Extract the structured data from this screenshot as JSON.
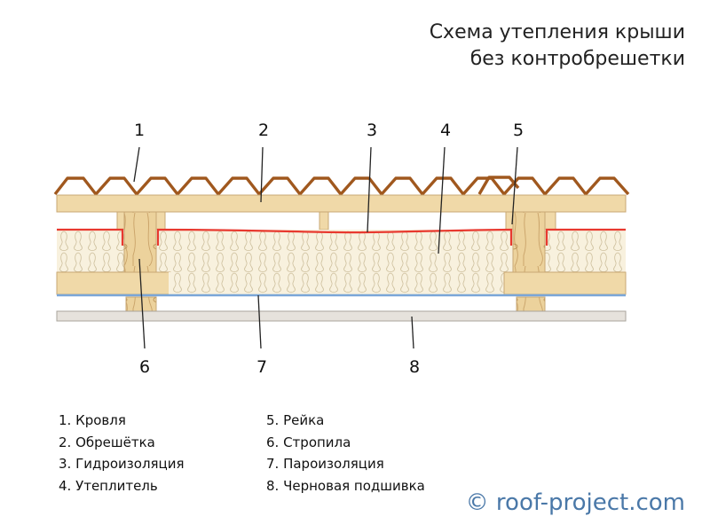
{
  "title": {
    "line1": "Схема утепления крыши",
    "line2": "без контробрешетки"
  },
  "callout_numbers": [
    "1",
    "2",
    "3",
    "4",
    "5",
    "6",
    "7",
    "8"
  ],
  "legend": [
    "1. Кровля",
    "2. Обрешётка",
    "3. Гидроизоляция",
    "4. Утеплитель",
    "5. Рейка",
    "6. Стропила",
    "7. Пароизоляция",
    "8. Черновая подшивка"
  ],
  "copyright": "© roof-project.com",
  "colors": {
    "roofing": "#a0581e",
    "wood": "#f0d9a8",
    "wood_stroke": "#c9a874",
    "insulation": "#f7f0dc",
    "membrane": "#e8392f",
    "vapor_barrier": "#7aa6d8",
    "lining": "#e6e2dc",
    "copyright": "#4a78a8"
  }
}
